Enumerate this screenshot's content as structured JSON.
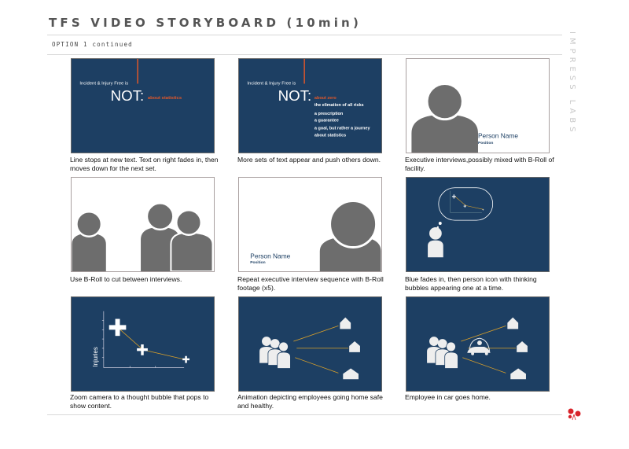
{
  "header": {
    "title": "TFS VIDEO STORYBOARD (10min)",
    "subtitle": "OPTION 1 continued",
    "brand": "IMPRESS LABS"
  },
  "colors": {
    "navy": "#1d3f63",
    "orange": "#e0572a",
    "gold": "#d9a02a",
    "gray": "#6d6d6d"
  },
  "panels": [
    {
      "intro": "Incident & Injury Free is",
      "big": "NOT:",
      "highlight": "about statistics",
      "caption": "Line stops at new text. Text on right fades in, then moves down for the next set."
    },
    {
      "intro": "Incident & Injury Free is",
      "big": "NOT:",
      "highlight": "about zero",
      "list": [
        "the elimation of all risks",
        "a prescription",
        "a guarantee",
        "a goal, but rather a journey",
        "about statistics"
      ],
      "caption": "More sets of text appear and push others down."
    },
    {
      "name": "Person Name",
      "position": "Position",
      "caption": "Executive interviews,possibly mixed with B-Roll of facility."
    },
    {
      "caption": "Use B-Roll to cut between interviews."
    },
    {
      "name": "Person Name",
      "position": "Position",
      "caption": "Repeat executive interview sequence with B-Roll footage (x5)."
    },
    {
      "caption": "Blue fades in, then person icon with thinking bubbles appearing one at a time."
    },
    {
      "axis_label": "Injuries",
      "caption": "Zoom camera to a thought bubble that pops to show content."
    },
    {
      "caption": "Animation depicting employees going home safe and healthy."
    },
    {
      "caption": "Employee in car goes home."
    }
  ]
}
